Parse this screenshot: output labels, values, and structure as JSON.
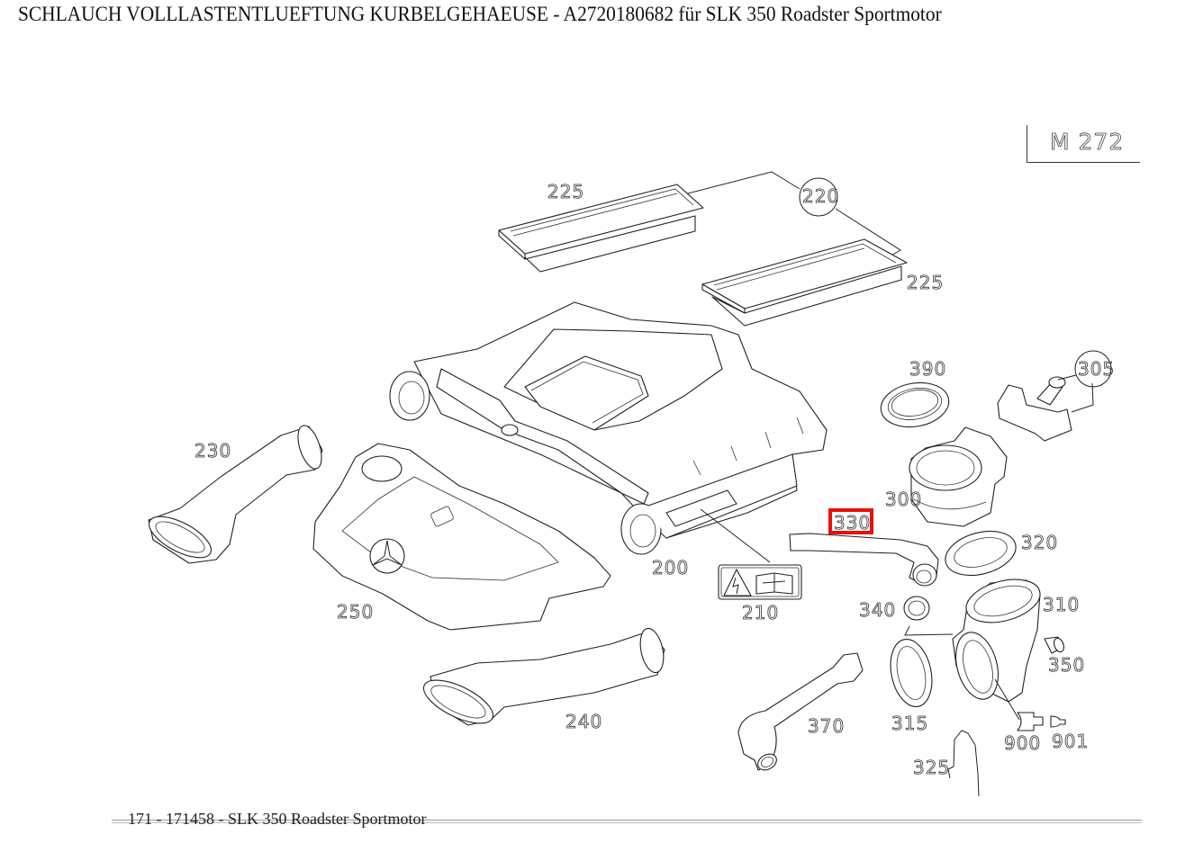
{
  "page": {
    "title": "SCHLAUCH VOLLLASTENTLUEFTUNG KURBELGEHAEUSE - A2720180682 für SLK 350 Roadster Sportmotor",
    "engine_code": "M 272",
    "footer": "171 - 171458 - SLK 350 Roadster Sportmotor"
  },
  "diagram": {
    "highlighted_part": "330",
    "highlight_color": "#e8100e",
    "callouts": [
      {
        "id": "225a",
        "label": "225"
      },
      {
        "id": "220",
        "label": "220",
        "circled": true
      },
      {
        "id": "225b",
        "label": "225"
      },
      {
        "id": "390",
        "label": "390"
      },
      {
        "id": "305",
        "label": "305",
        "circled": true
      },
      {
        "id": "230",
        "label": "230"
      },
      {
        "id": "300",
        "label": "300"
      },
      {
        "id": "330",
        "label": "330",
        "highlighted": true
      },
      {
        "id": "320",
        "label": "320"
      },
      {
        "id": "200",
        "label": "200"
      },
      {
        "id": "210",
        "label": "210"
      },
      {
        "id": "250",
        "label": "250"
      },
      {
        "id": "340",
        "label": "340"
      },
      {
        "id": "310",
        "label": "310"
      },
      {
        "id": "350",
        "label": "350"
      },
      {
        "id": "240",
        "label": "240"
      },
      {
        "id": "370",
        "label": "370"
      },
      {
        "id": "315",
        "label": "315"
      },
      {
        "id": "900",
        "label": "900"
      },
      {
        "id": "901",
        "label": "901"
      },
      {
        "id": "325",
        "label": "325"
      }
    ]
  }
}
